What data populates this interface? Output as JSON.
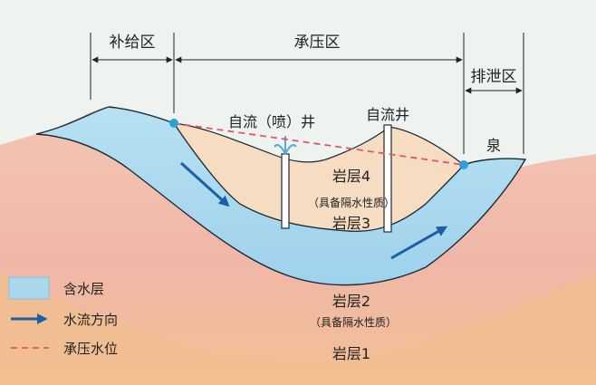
{
  "zones": {
    "recharge": "补给区",
    "confined": "承压区",
    "discharge": "排泄区"
  },
  "wells": {
    "artesian_spouting": "自流（喷）井",
    "artesian": "自流井"
  },
  "spring": "泉",
  "layers": {
    "layer4": "岩层4",
    "layer3": "岩层3",
    "layer34_note": "（具备隔水性质）",
    "layer2": "岩层2",
    "layer2_note": "（具备隔水性质）",
    "layer1": "岩层1"
  },
  "legend": {
    "aquifer": "含水层",
    "flow_direction": "水流方向",
    "confined_water_level": "承压水位"
  },
  "colors": {
    "aquifer": "#a9d8ee",
    "aquifer_edge": "#1e2a36",
    "arrow": "#1b5fa8",
    "water_level": "#e0566e",
    "layer_top": "#f6dcc0",
    "layer_mid": "#f2b6a4",
    "layer_bottom": "#f1be92"
  }
}
